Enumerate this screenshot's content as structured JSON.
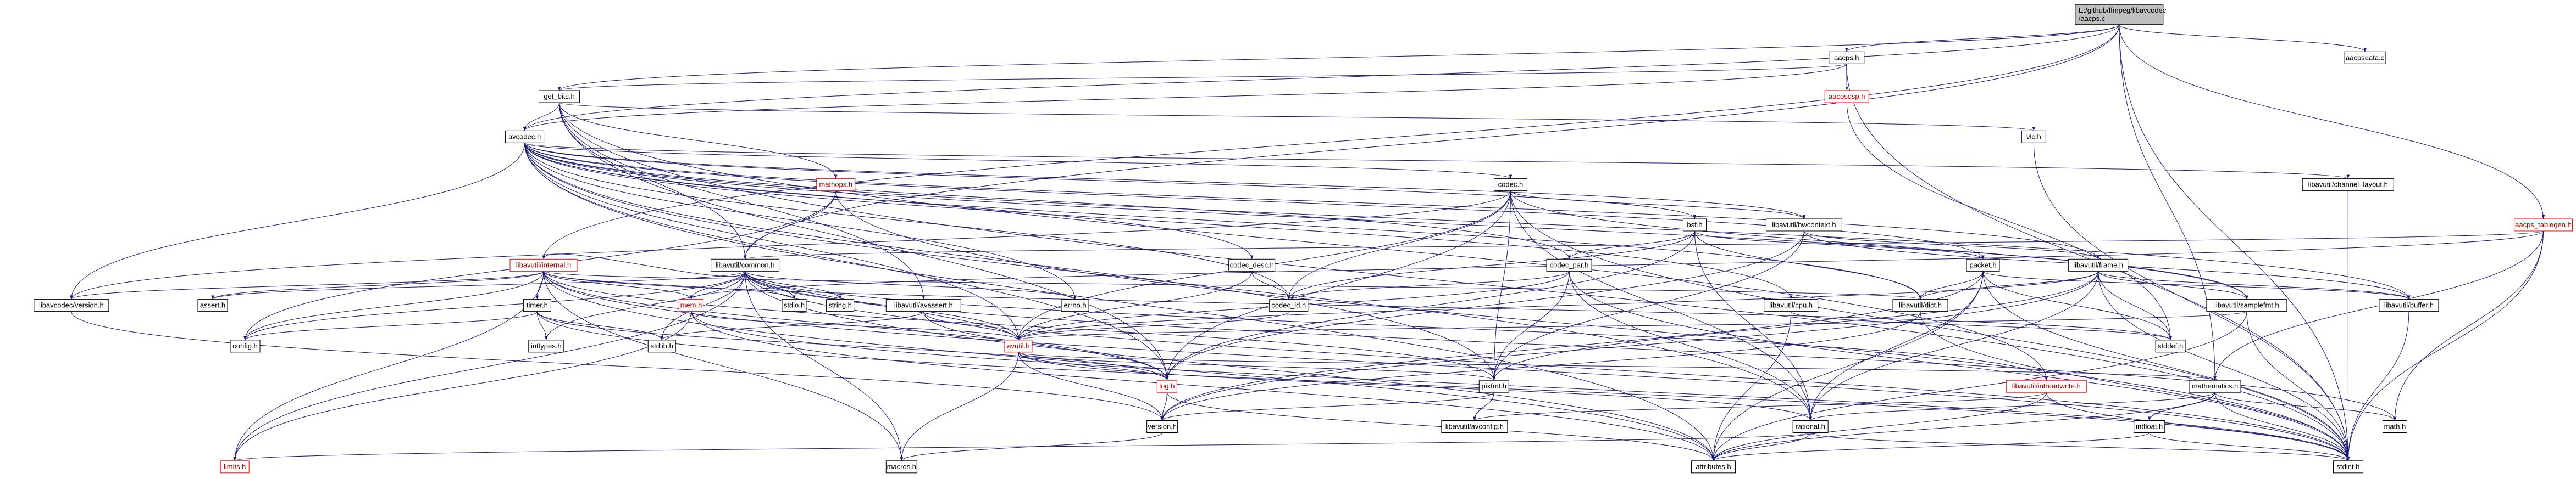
{
  "diagram": {
    "type": "include-dependency-graph",
    "edge_color": "#191970",
    "root_fill": "#bfbfbf",
    "truncated_node_border": "#ff0000",
    "nodes": [
      {
        "id": "root",
        "lines": [
          "E:/github/ffmpeg/libavcodec",
          "/aacps.c"
        ],
        "root": true
      },
      {
        "id": "aacps_h",
        "lines": [
          "aacps.h"
        ]
      },
      {
        "id": "aacpsdata_c",
        "lines": [
          "aacpsdata.c"
        ]
      },
      {
        "id": "get_bits_h",
        "lines": [
          "get_bits.h"
        ]
      },
      {
        "id": "aacpsdsp_h",
        "lines": [
          "aacpsdsp.h"
        ],
        "red": true
      },
      {
        "id": "avcodec_h",
        "lines": [
          "avcodec.h"
        ]
      },
      {
        "id": "vlc_h",
        "lines": [
          "vlc.h"
        ]
      },
      {
        "id": "mathops_h",
        "lines": [
          "mathops.h"
        ],
        "red": true
      },
      {
        "id": "codec_h",
        "lines": [
          "codec.h"
        ]
      },
      {
        "id": "channel_layout_h",
        "lines": [
          "libavutil/channel_layout.h"
        ]
      },
      {
        "id": "aacps_tablegen_h",
        "lines": [
          "aacps_tablegen.h"
        ],
        "red": true
      },
      {
        "id": "bsf_h",
        "lines": [
          "bsf.h"
        ]
      },
      {
        "id": "hwcontext_h",
        "lines": [
          "libavutil/hwcontext.h"
        ]
      },
      {
        "id": "internal_h",
        "lines": [
          "libavutil/internal.h"
        ],
        "red": true
      },
      {
        "id": "common_h",
        "lines": [
          "libavutil/common.h"
        ]
      },
      {
        "id": "codec_desc_h",
        "lines": [
          "codec_desc.h"
        ]
      },
      {
        "id": "codec_par_h",
        "lines": [
          "codec_par.h"
        ]
      },
      {
        "id": "packet_h",
        "lines": [
          "packet.h"
        ]
      },
      {
        "id": "frame_h",
        "lines": [
          "libavutil/frame.h"
        ]
      },
      {
        "id": "version_h_codec",
        "lines": [
          "libavcodec/version.h"
        ]
      },
      {
        "id": "assert_h",
        "lines": [
          "assert.h"
        ]
      },
      {
        "id": "timer_h",
        "lines": [
          "timer.h"
        ]
      },
      {
        "id": "mem_h",
        "lines": [
          "mem.h"
        ],
        "red": true
      },
      {
        "id": "stdio_h",
        "lines": [
          "stdio.h"
        ]
      },
      {
        "id": "string_h",
        "lines": [
          "string.h"
        ]
      },
      {
        "id": "avassert_h",
        "lines": [
          "libavutil/avassert.h"
        ]
      },
      {
        "id": "errno_h",
        "lines": [
          "errno.h"
        ]
      },
      {
        "id": "codec_id_h",
        "lines": [
          "codec_id.h"
        ]
      },
      {
        "id": "cpu_h",
        "lines": [
          "libavutil/cpu.h"
        ]
      },
      {
        "id": "dict_h",
        "lines": [
          "libavutil/dict.h"
        ]
      },
      {
        "id": "samplefmt_h",
        "lines": [
          "libavutil/samplefmt.h"
        ]
      },
      {
        "id": "buffer_h",
        "lines": [
          "libavutil/buffer.h"
        ]
      },
      {
        "id": "config_h",
        "lines": [
          "config.h"
        ]
      },
      {
        "id": "inttypes_h",
        "lines": [
          "inttypes.h"
        ]
      },
      {
        "id": "stdlib_h",
        "lines": [
          "stdlib.h"
        ]
      },
      {
        "id": "avutil_h",
        "lines": [
          "avutil.h"
        ],
        "red": true
      },
      {
        "id": "stddef_h",
        "lines": [
          "stddef.h"
        ]
      },
      {
        "id": "log_h",
        "lines": [
          "log.h"
        ],
        "red": true
      },
      {
        "id": "pixfmt_h",
        "lines": [
          "pixfmt.h"
        ]
      },
      {
        "id": "intreadwrite_h",
        "lines": [
          "libavutil/intreadwrite.h"
        ],
        "red": true
      },
      {
        "id": "mathematics_h",
        "lines": [
          "mathematics.h"
        ]
      },
      {
        "id": "version_h",
        "lines": [
          "version.h"
        ]
      },
      {
        "id": "avconfig_h",
        "lines": [
          "libavutil/avconfig.h"
        ]
      },
      {
        "id": "rational_h",
        "lines": [
          "rational.h"
        ]
      },
      {
        "id": "intfloat_h",
        "lines": [
          "intfloat.h"
        ]
      },
      {
        "id": "math_h",
        "lines": [
          "math.h"
        ]
      },
      {
        "id": "limits_h",
        "lines": [
          "limits.h"
        ],
        "red": true
      },
      {
        "id": "macros_h",
        "lines": [
          "macros.h"
        ]
      },
      {
        "id": "attributes_h",
        "lines": [
          "attributes.h"
        ]
      },
      {
        "id": "stdint_h",
        "lines": [
          "stdint.h"
        ]
      }
    ],
    "edges": [
      [
        "root",
        "aacps_h"
      ],
      [
        "root",
        "aacpsdata_c"
      ],
      [
        "root",
        "get_bits_h"
      ],
      [
        "root",
        "avcodec_h"
      ],
      [
        "root",
        "internal_h"
      ],
      [
        "root",
        "common_h"
      ],
      [
        "root",
        "aacps_tablegen_h"
      ],
      [
        "root",
        "mathematics_h"
      ],
      [
        "root",
        "stdint_h"
      ],
      [
        "aacps_h",
        "get_bits_h"
      ],
      [
        "aacps_h",
        "aacpsdsp_h"
      ],
      [
        "aacps_h",
        "avcodec_h"
      ],
      [
        "aacps_h",
        "stdint_h"
      ],
      [
        "aacpsdsp_h",
        "stddef_h"
      ],
      [
        "get_bits_h",
        "vlc_h"
      ],
      [
        "get_bits_h",
        "mathops_h"
      ],
      [
        "get_bits_h",
        "avcodec_h"
      ],
      [
        "get_bits_h",
        "common_h"
      ],
      [
        "get_bits_h",
        "avassert_h"
      ],
      [
        "get_bits_h",
        "intreadwrite_h"
      ],
      [
        "get_bits_h",
        "log_h"
      ],
      [
        "get_bits_h",
        "stdint_h"
      ],
      [
        "vlc_h",
        "stdint_h"
      ],
      [
        "mathops_h",
        "common_h"
      ],
      [
        "mathops_h",
        "config_h"
      ],
      [
        "mathops_h",
        "stdint_h"
      ],
      [
        "avcodec_h",
        "codec_h"
      ],
      [
        "avcodec_h",
        "channel_layout_h"
      ],
      [
        "avcodec_h",
        "bsf_h"
      ],
      [
        "avcodec_h",
        "hwcontext_h"
      ],
      [
        "avcodec_h",
        "codec_desc_h"
      ],
      [
        "avcodec_h",
        "codec_par_h"
      ],
      [
        "avcodec_h",
        "packet_h"
      ],
      [
        "avcodec_h",
        "frame_h"
      ],
      [
        "avcodec_h",
        "version_h_codec"
      ],
      [
        "avcodec_h",
        "errno_h"
      ],
      [
        "avcodec_h",
        "codec_id_h"
      ],
      [
        "avcodec_h",
        "cpu_h"
      ],
      [
        "avcodec_h",
        "dict_h"
      ],
      [
        "avcodec_h",
        "samplefmt_h"
      ],
      [
        "avcodec_h",
        "buffer_h"
      ],
      [
        "avcodec_h",
        "avutil_h"
      ],
      [
        "avcodec_h",
        "log_h"
      ],
      [
        "avcodec_h",
        "pixfmt_h"
      ],
      [
        "avcodec_h",
        "rational_h"
      ],
      [
        "avcodec_h",
        "attributes_h"
      ],
      [
        "codec_h",
        "hwcontext_h"
      ],
      [
        "codec_h",
        "codec_id_h"
      ],
      [
        "codec_h",
        "version_h_codec"
      ],
      [
        "codec_h",
        "avutil_h"
      ],
      [
        "codec_h",
        "log_h"
      ],
      [
        "codec_h",
        "pixfmt_h"
      ],
      [
        "codec_h",
        "rational_h"
      ],
      [
        "codec_h",
        "samplefmt_h"
      ],
      [
        "codec_h",
        "stdint_h"
      ],
      [
        "channel_layout_h",
        "stdint_h"
      ],
      [
        "aacps_tablegen_h",
        "common_h"
      ],
      [
        "aacps_tablegen_h",
        "mathematics_h"
      ],
      [
        "aacps_tablegen_h",
        "mem_h"
      ],
      [
        "aacps_tablegen_h",
        "math_h"
      ],
      [
        "aacps_tablegen_h",
        "stdint_h"
      ],
      [
        "bsf_h",
        "codec_par_h"
      ],
      [
        "bsf_h",
        "packet_h"
      ],
      [
        "bsf_h",
        "dict_h"
      ],
      [
        "bsf_h",
        "log_h"
      ],
      [
        "bsf_h",
        "rational_h"
      ],
      [
        "bsf_h",
        "codec_id_h"
      ],
      [
        "hwcontext_h",
        "buffer_h"
      ],
      [
        "hwcontext_h",
        "frame_h"
      ],
      [
        "hwcontext_h",
        "log_h"
      ],
      [
        "hwcontext_h",
        "pixfmt_h"
      ],
      [
        "internal_h",
        "common_h"
      ],
      [
        "internal_h",
        "version_h_codec"
      ],
      [
        "internal_h",
        "assert_h"
      ],
      [
        "internal_h",
        "timer_h"
      ],
      [
        "internal_h",
        "mem_h"
      ],
      [
        "internal_h",
        "stdio_h"
      ],
      [
        "internal_h",
        "stddef_h"
      ],
      [
        "internal_h",
        "config_h"
      ],
      [
        "internal_h",
        "attributes_h"
      ],
      [
        "internal_h",
        "dict_h"
      ],
      [
        "internal_h",
        "macros_h"
      ],
      [
        "internal_h",
        "pixfmt_h"
      ],
      [
        "internal_h",
        "limits_h"
      ],
      [
        "internal_h",
        "stdint_h"
      ],
      [
        "internal_h",
        "log_h"
      ],
      [
        "common_h",
        "mem_h"
      ],
      [
        "common_h",
        "stdio_h"
      ],
      [
        "common_h",
        "string_h"
      ],
      [
        "common_h",
        "errno_h"
      ],
      [
        "common_h",
        "inttypes_h"
      ],
      [
        "common_h",
        "stdlib_h"
      ],
      [
        "common_h",
        "avutil_h"
      ],
      [
        "common_h",
        "config_h"
      ],
      [
        "common_h",
        "attributes_h"
      ],
      [
        "common_h",
        "macros_h"
      ],
      [
        "common_h",
        "limits_h"
      ],
      [
        "common_h",
        "math_h"
      ],
      [
        "common_h",
        "stdint_h"
      ],
      [
        "common_h",
        "assert_h"
      ],
      [
        "common_h",
        "intreadwrite_h"
      ],
      [
        "codec_desc_h",
        "codec_id_h"
      ],
      [
        "codec_desc_h",
        "avutil_h"
      ],
      [
        "codec_par_h",
        "codec_id_h"
      ],
      [
        "codec_par_h",
        "avutil_h"
      ],
      [
        "codec_par_h",
        "pixfmt_h"
      ],
      [
        "codec_par_h",
        "rational_h"
      ],
      [
        "codec_par_h",
        "stdint_h"
      ],
      [
        "packet_h",
        "buffer_h"
      ],
      [
        "packet_h",
        "dict_h"
      ],
      [
        "packet_h",
        "rational_h"
      ],
      [
        "packet_h",
        "attributes_h"
      ],
      [
        "packet_h",
        "stddef_h"
      ],
      [
        "packet_h",
        "stdint_h"
      ],
      [
        "packet_h",
        "version_h"
      ],
      [
        "frame_h",
        "avutil_h"
      ],
      [
        "frame_h",
        "buffer_h"
      ],
      [
        "frame_h",
        "dict_h"
      ],
      [
        "frame_h",
        "rational_h"
      ],
      [
        "frame_h",
        "samplefmt_h"
      ],
      [
        "frame_h",
        "pixfmt_h"
      ],
      [
        "frame_h",
        "version_h"
      ],
      [
        "frame_h",
        "stddef_h"
      ],
      [
        "frame_h",
        "stdint_h"
      ],
      [
        "version_h_codec",
        "version_h"
      ],
      [
        "timer_h",
        "config_h"
      ],
      [
        "timer_h",
        "inttypes_h"
      ],
      [
        "timer_h",
        "stdlib_h"
      ],
      [
        "timer_h",
        "log_h"
      ],
      [
        "timer_h",
        "stdint_h"
      ],
      [
        "mem_h",
        "attributes_h"
      ],
      [
        "mem_h",
        "avutil_h"
      ],
      [
        "mem_h",
        "limits_h"
      ],
      [
        "mem_h",
        "stdint_h"
      ],
      [
        "avassert_h",
        "stdlib_h"
      ],
      [
        "avassert_h",
        "avutil_h"
      ],
      [
        "avassert_h",
        "log_h"
      ],
      [
        "codec_id_h",
        "avutil_h"
      ],
      [
        "cpu_h",
        "attributes_h"
      ],
      [
        "cpu_h",
        "stddef_h"
      ],
      [
        "dict_h",
        "version_h"
      ],
      [
        "dict_h",
        "stdint_h"
      ],
      [
        "samplefmt_h",
        "avutil_h"
      ],
      [
        "samplefmt_h",
        "attributes_h"
      ],
      [
        "samplefmt_h",
        "stdint_h"
      ],
      [
        "buffer_h",
        "stdint_h"
      ],
      [
        "avutil_h",
        "common_h"
      ],
      [
        "avutil_h",
        "log_h"
      ],
      [
        "avutil_h",
        "pixfmt_h"
      ],
      [
        "avutil_h",
        "rational_h"
      ],
      [
        "avutil_h",
        "version_h"
      ],
      [
        "avutil_h",
        "macros_h"
      ],
      [
        "avutil_h",
        "mathematics_h"
      ],
      [
        "log_h",
        "stdarg_like_version"
      ],
      [
        "log_h",
        "attributes_h"
      ],
      [
        "log_h",
        "version_h"
      ],
      [
        "pixfmt_h",
        "avconfig_h"
      ],
      [
        "pixfmt_h",
        "version_h"
      ],
      [
        "intreadwrite_h",
        "avconfig_h"
      ],
      [
        "intreadwrite_h",
        "attributes_h"
      ],
      [
        "intreadwrite_h",
        "stdint_h"
      ],
      [
        "mathematics_h",
        "rational_h"
      ],
      [
        "mathematics_h",
        "intfloat_h"
      ],
      [
        "mathematics_h",
        "math_h"
      ],
      [
        "mathematics_h",
        "attributes_h"
      ],
      [
        "mathematics_h",
        "stdint_h"
      ],
      [
        "version_h",
        "macros_h"
      ],
      [
        "rational_h",
        "attributes_h"
      ],
      [
        "rational_h",
        "limits_h"
      ],
      [
        "rational_h",
        "stdint_h"
      ],
      [
        "intfloat_h",
        "attributes_h"
      ],
      [
        "intfloat_h",
        "stdint_h"
      ]
    ]
  }
}
